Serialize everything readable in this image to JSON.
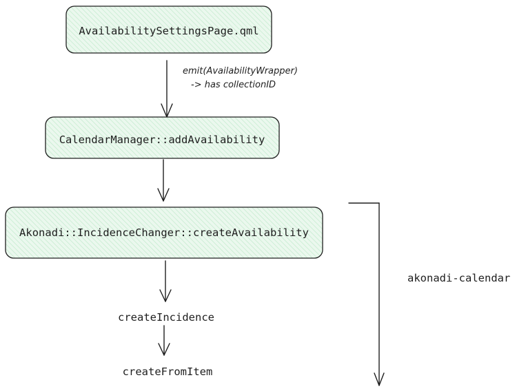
{
  "diagram": {
    "nodes": {
      "settings_page": "AvailabilitySettingsPage.qml",
      "calendar_manager": "CalendarManager::addAvailability",
      "incidence_changer": "Akonadi::IncidenceChanger::createAvailability",
      "create_incidence": "createIncidence",
      "create_from_item": "createFromItem"
    },
    "edge_label": {
      "line1": "emit(AvailabilityWrapper)",
      "line2": "-> has collectionID"
    },
    "scope_label": "akonadi-calendar"
  },
  "colors": {
    "box_fill": "#ebf8ee",
    "hatch": "#c6ecd0",
    "stroke": "#1e1e1e"
  }
}
